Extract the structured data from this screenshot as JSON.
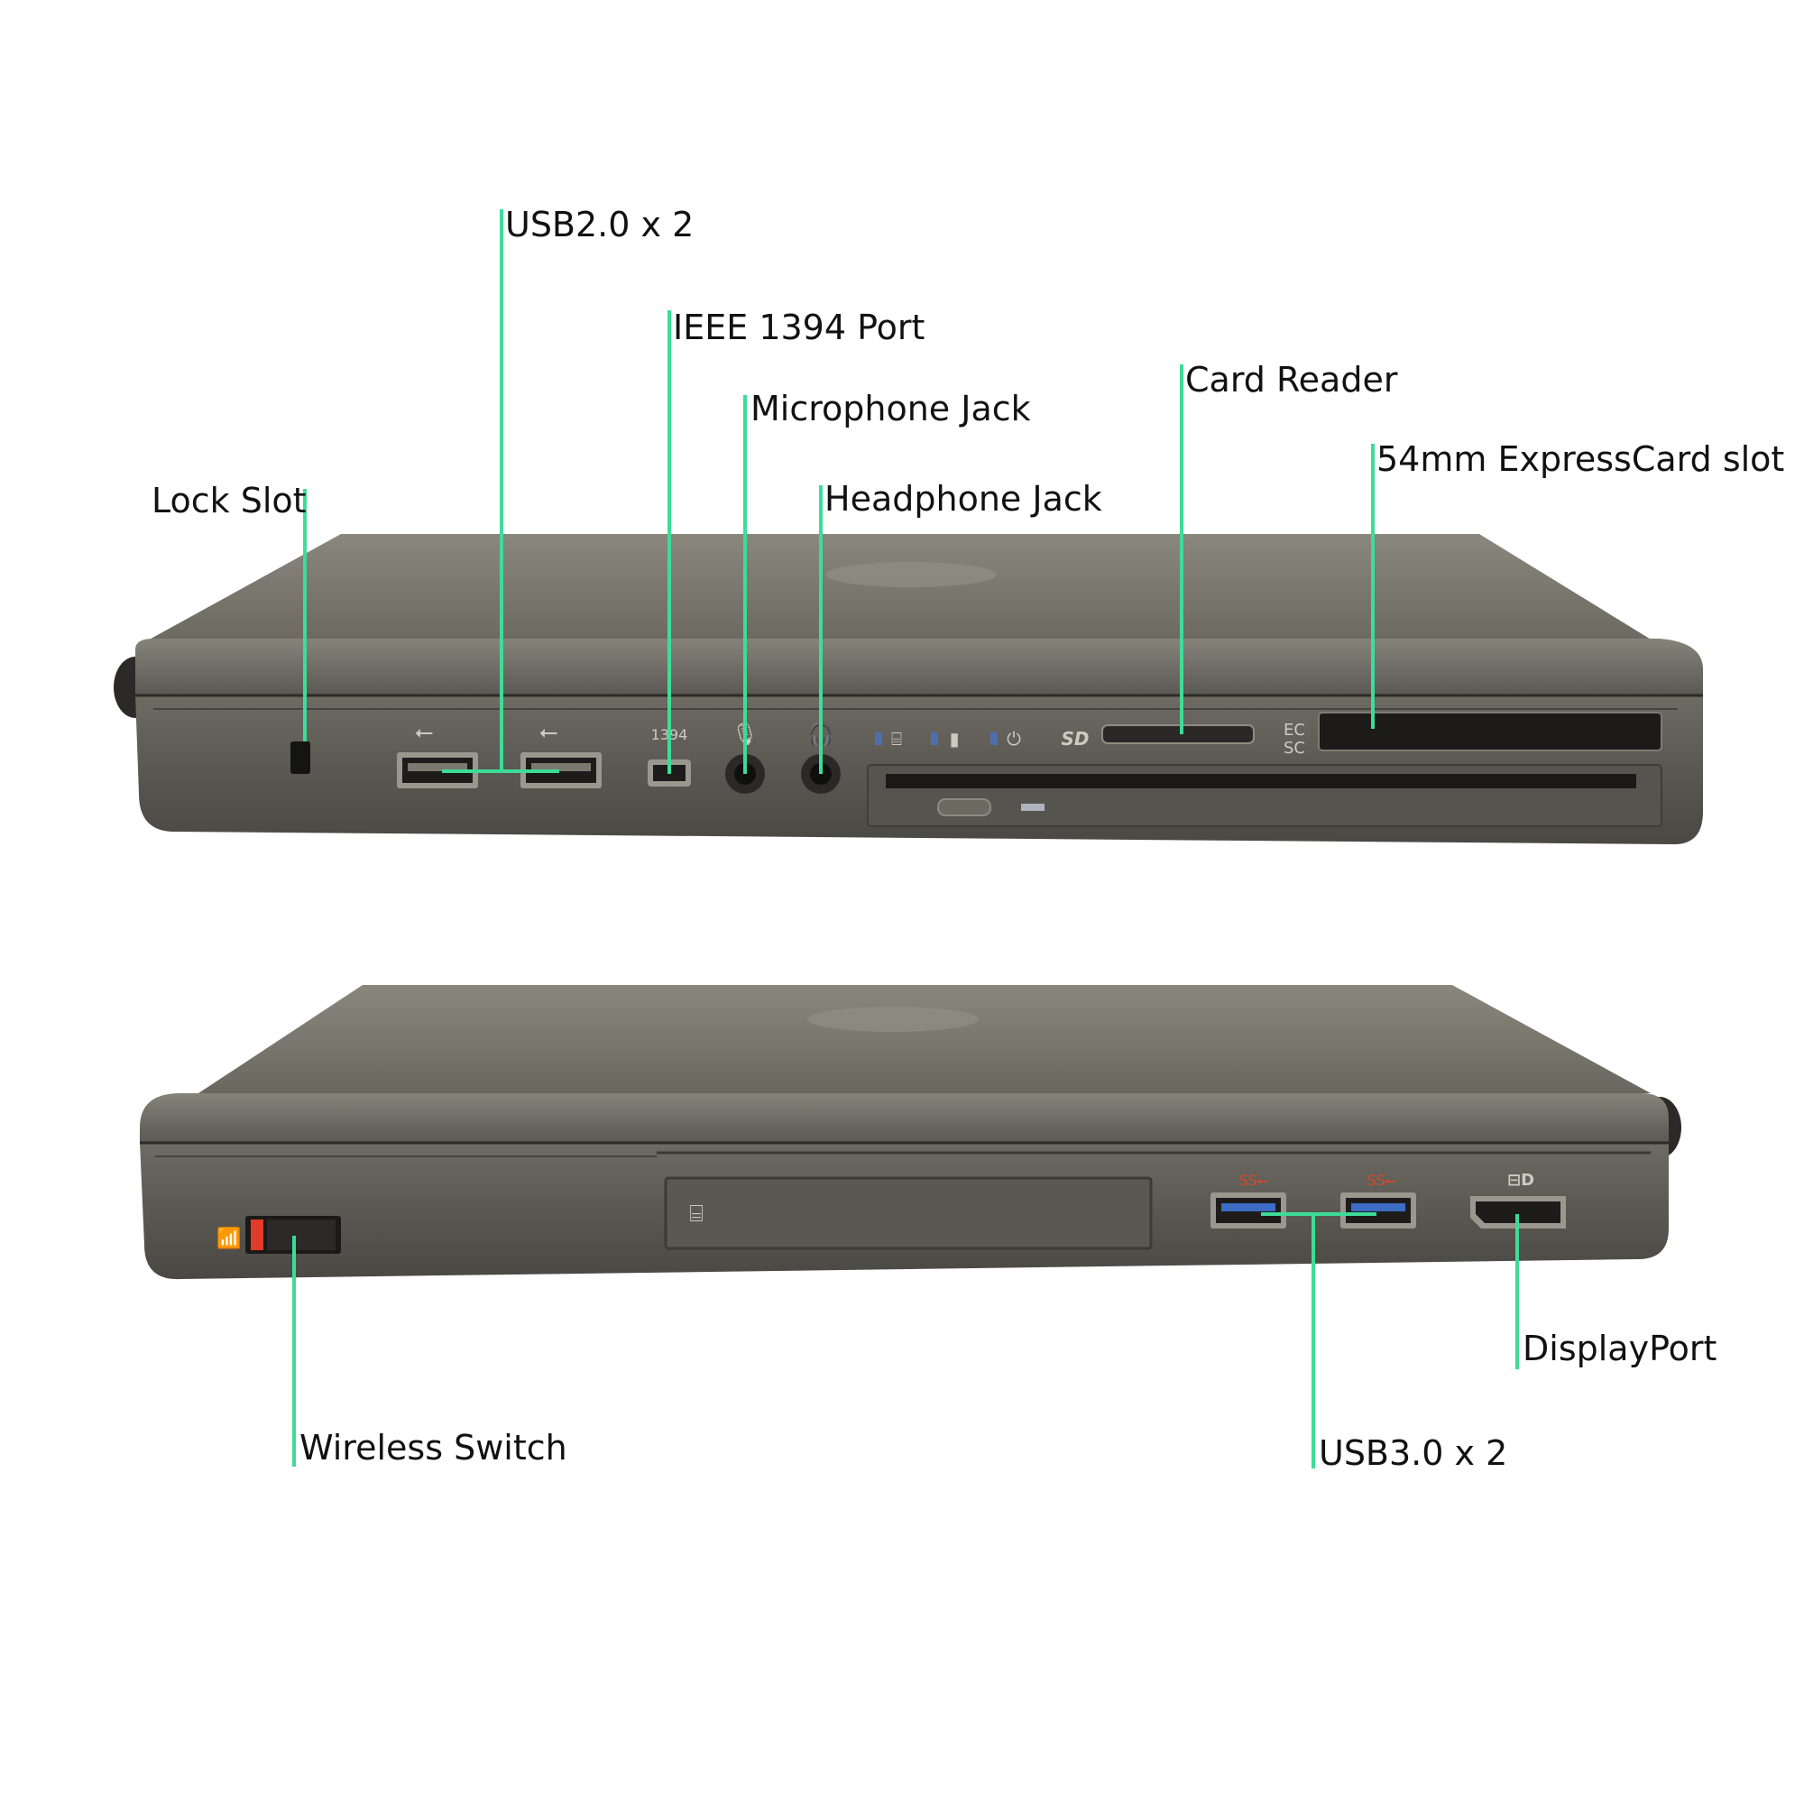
{
  "colors": {
    "leader_line": "#3ddc97",
    "laptop_body": "#5b5954",
    "laptop_lid": "#7b786f",
    "port_recess": "#1d1c1b",
    "usb3_accent": "#d9482b",
    "switch_red": "#e23b2a"
  },
  "views": {
    "left_side": {
      "callouts": {
        "lock_slot": "Lock Slot",
        "usb2": "USB2.0 x 2",
        "ieee1394": "IEEE 1394 Port",
        "microphone": "Microphone Jack",
        "headphone": "Headphone Jack",
        "card_reader": "Card Reader",
        "expresscard": "54mm ExpressCard slot"
      },
      "port_markings": {
        "firewire": "1394",
        "sd": "SD",
        "expresscard_top": "EC",
        "expresscard_bottom": "SC"
      },
      "icons": [
        "usb-icon",
        "usb-icon",
        "firewire-icon",
        "microphone-icon",
        "headphone-icon",
        "hdd-activity-icon",
        "battery-icon",
        "power-icon",
        "sd-card-icon"
      ]
    },
    "right_side": {
      "callouts": {
        "wireless": "Wireless Switch",
        "usb3": "USB3.0 x 2",
        "displayport": "DisplayPort"
      },
      "icons": [
        "wireless-antenna-icon",
        "hdd-icon",
        "usb3-icon",
        "usb3-icon",
        "displayport-icon"
      ]
    }
  }
}
